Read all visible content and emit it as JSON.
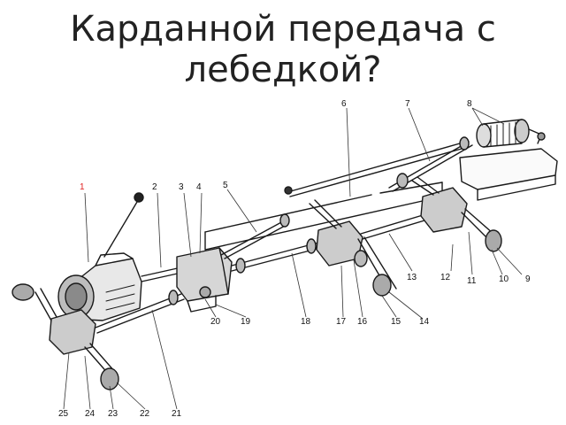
{
  "slide": {
    "title_line1": "Карданной передача с",
    "title_line2": "лебедкой?"
  },
  "diagram": {
    "labels": [
      {
        "id": "1",
        "text": "1",
        "color": "#e02020"
      },
      {
        "id": "2",
        "text": "2"
      },
      {
        "id": "3",
        "text": "3"
      },
      {
        "id": "4",
        "text": "4"
      },
      {
        "id": "5",
        "text": "5"
      },
      {
        "id": "6",
        "text": "6"
      },
      {
        "id": "7",
        "text": "7"
      },
      {
        "id": "8",
        "text": "8"
      },
      {
        "id": "9",
        "text": "9"
      },
      {
        "id": "10",
        "text": "10"
      },
      {
        "id": "11",
        "text": "11"
      },
      {
        "id": "12",
        "text": "12"
      },
      {
        "id": "13",
        "text": "13"
      },
      {
        "id": "14",
        "text": "14"
      },
      {
        "id": "15",
        "text": "15"
      },
      {
        "id": "16",
        "text": "16"
      },
      {
        "id": "17",
        "text": "17"
      },
      {
        "id": "18",
        "text": "18"
      },
      {
        "id": "19",
        "text": "19"
      },
      {
        "id": "20",
        "text": "20"
      },
      {
        "id": "21",
        "text": "21"
      },
      {
        "id": "22",
        "text": "22"
      },
      {
        "id": "23",
        "text": "23"
      },
      {
        "id": "24",
        "text": "24"
      },
      {
        "id": "25",
        "text": "25"
      }
    ]
  }
}
